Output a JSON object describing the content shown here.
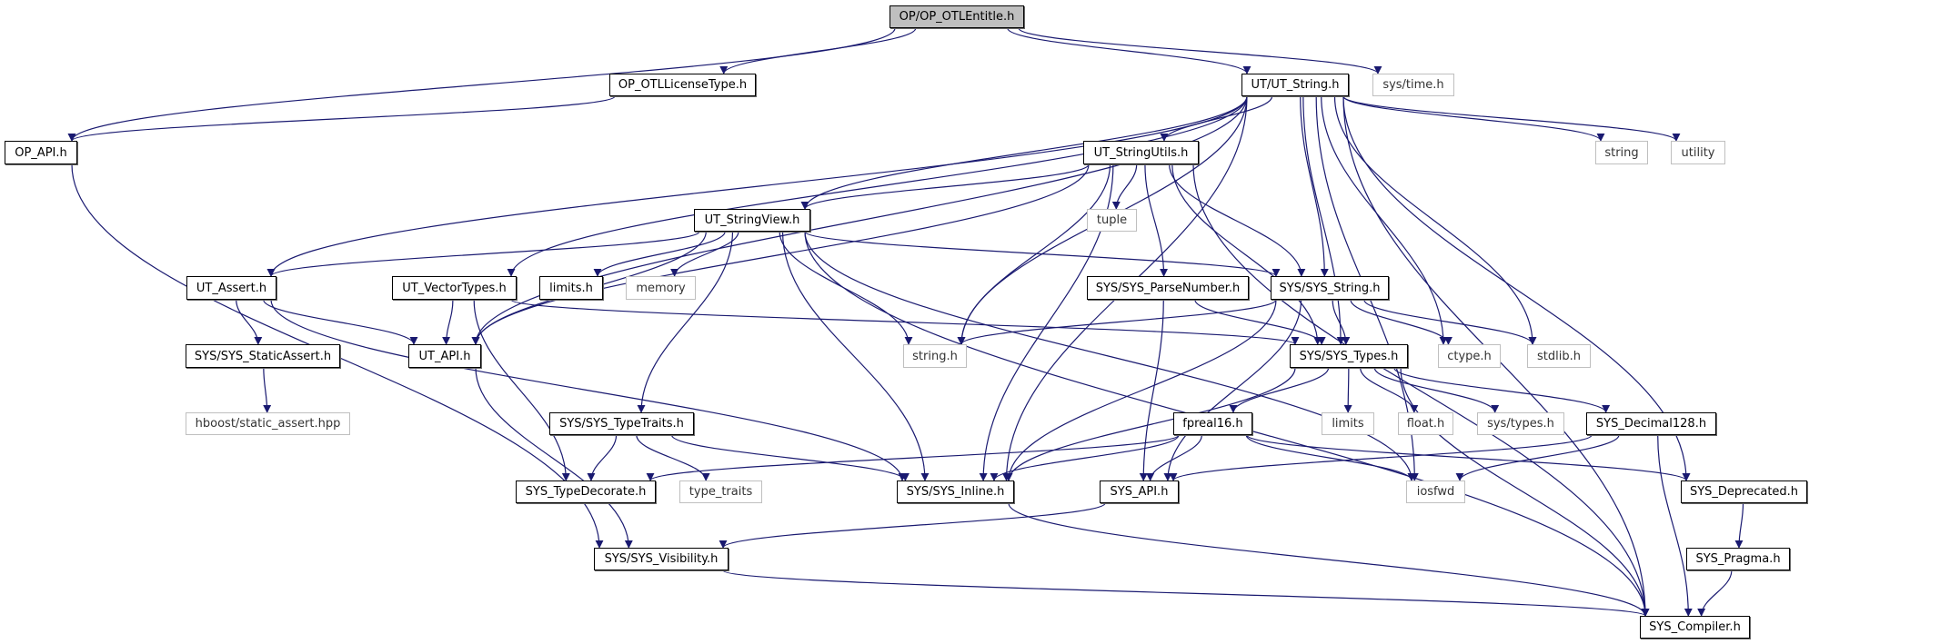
{
  "colors": {
    "edge": "#191970",
    "root_fill": "#bfbfbf",
    "external_border": "#bfbfbf",
    "node_border": "#000000"
  },
  "nodes": [
    {
      "id": "entitle",
      "label": "OP/OP_OTLEntitle.h",
      "root": true
    },
    {
      "id": "licensetype",
      "label": "OP_OTLLicenseType.h"
    },
    {
      "id": "utstring",
      "label": "UT/UT_String.h"
    },
    {
      "id": "systime",
      "label": "sys/time.h",
      "external": true
    },
    {
      "id": "opapi",
      "label": "OP_API.h"
    },
    {
      "id": "stringutils",
      "label": "UT_StringUtils.h"
    },
    {
      "id": "string",
      "label": "string",
      "external": true
    },
    {
      "id": "utility",
      "label": "utility",
      "external": true
    },
    {
      "id": "tuple",
      "label": "tuple",
      "external": true
    },
    {
      "id": "stringview",
      "label": "UT_StringView.h"
    },
    {
      "id": "utassert",
      "label": "UT_Assert.h"
    },
    {
      "id": "vectortypes",
      "label": "UT_VectorTypes.h"
    },
    {
      "id": "limitsh",
      "label": "limits.h"
    },
    {
      "id": "memory",
      "label": "memory",
      "external": true
    },
    {
      "id": "parsenumber",
      "label": "SYS/SYS_ParseNumber.h"
    },
    {
      "id": "sysstring",
      "label": "SYS/SYS_String.h"
    },
    {
      "id": "staticassert",
      "label": "SYS/SYS_StaticAssert.h"
    },
    {
      "id": "utapi",
      "label": "UT_API.h"
    },
    {
      "id": "stringh",
      "label": "string.h",
      "external": true
    },
    {
      "id": "systypes",
      "label": "SYS/SYS_Types.h"
    },
    {
      "id": "ctype",
      "label": "ctype.h",
      "external": true
    },
    {
      "id": "stdlib",
      "label": "stdlib.h",
      "external": true
    },
    {
      "id": "hboost",
      "label": "hboost/static_assert.hpp",
      "external": true
    },
    {
      "id": "typetraits",
      "label": "SYS/SYS_TypeTraits.h"
    },
    {
      "id": "fpreal16",
      "label": "fpreal16.h"
    },
    {
      "id": "limits",
      "label": "limits",
      "external": true
    },
    {
      "id": "floath",
      "label": "float.h",
      "external": true
    },
    {
      "id": "systypesh",
      "label": "sys/types.h",
      "external": true
    },
    {
      "id": "decimal128",
      "label": "SYS_Decimal128.h"
    },
    {
      "id": "typedecorate",
      "label": "SYS_TypeDecorate.h"
    },
    {
      "id": "type_traits",
      "label": "type_traits",
      "external": true
    },
    {
      "id": "inline",
      "label": "SYS/SYS_Inline.h"
    },
    {
      "id": "sysapi",
      "label": "SYS_API.h"
    },
    {
      "id": "iosfwd",
      "label": "iosfwd",
      "external": true
    },
    {
      "id": "deprecated",
      "label": "SYS_Deprecated.h"
    },
    {
      "id": "visibility",
      "label": "SYS/SYS_Visibility.h"
    },
    {
      "id": "pragma",
      "label": "SYS_Pragma.h"
    },
    {
      "id": "compiler",
      "label": "SYS_Compiler.h"
    }
  ],
  "edges": [
    [
      "entitle",
      "licensetype"
    ],
    [
      "entitle",
      "opapi"
    ],
    [
      "entitle",
      "utstring"
    ],
    [
      "entitle",
      "systime"
    ],
    [
      "licensetype",
      "opapi"
    ],
    [
      "opapi",
      "visibility"
    ],
    [
      "utstring",
      "stringutils"
    ],
    [
      "utstring",
      "stringview"
    ],
    [
      "utstring",
      "utassert"
    ],
    [
      "utstring",
      "vectortypes"
    ],
    [
      "utstring",
      "utapi"
    ],
    [
      "utstring",
      "stringh"
    ],
    [
      "utstring",
      "inline"
    ],
    [
      "utstring",
      "sysstring"
    ],
    [
      "utstring",
      "systypes"
    ],
    [
      "utstring",
      "ctype"
    ],
    [
      "utstring",
      "stdlib"
    ],
    [
      "utstring",
      "string"
    ],
    [
      "utstring",
      "utility"
    ],
    [
      "utstring",
      "iosfwd"
    ],
    [
      "utstring",
      "deprecated"
    ],
    [
      "utstring",
      "compiler"
    ],
    [
      "stringutils",
      "stringview"
    ],
    [
      "stringutils",
      "utapi"
    ],
    [
      "stringutils",
      "stringh"
    ],
    [
      "stringutils",
      "tuple"
    ],
    [
      "stringutils",
      "parsenumber"
    ],
    [
      "stringutils",
      "inline"
    ],
    [
      "stringutils",
      "sysstring"
    ],
    [
      "stringutils",
      "systypes"
    ],
    [
      "stringutils",
      "compiler"
    ],
    [
      "stringview",
      "utassert"
    ],
    [
      "stringview",
      "utapi"
    ],
    [
      "stringview",
      "limitsh"
    ],
    [
      "stringview",
      "memory"
    ],
    [
      "stringview",
      "stringh"
    ],
    [
      "stringview",
      "sysstring"
    ],
    [
      "stringview",
      "typetraits"
    ],
    [
      "stringview",
      "inline"
    ],
    [
      "stringview",
      "iosfwd"
    ],
    [
      "stringview",
      "compiler"
    ],
    [
      "utassert",
      "staticassert"
    ],
    [
      "utassert",
      "utapi"
    ],
    [
      "utassert",
      "inline"
    ],
    [
      "vectortypes",
      "utapi"
    ],
    [
      "vectortypes",
      "typedecorate"
    ],
    [
      "vectortypes",
      "systypes"
    ],
    [
      "staticassert",
      "hboost"
    ],
    [
      "utapi",
      "visibility"
    ],
    [
      "parsenumber",
      "systypes"
    ],
    [
      "parsenumber",
      "sysapi"
    ],
    [
      "sysstring",
      "stringh"
    ],
    [
      "sysstring",
      "systypes"
    ],
    [
      "sysstring",
      "ctype"
    ],
    [
      "sysstring",
      "stdlib"
    ],
    [
      "sysstring",
      "inline"
    ],
    [
      "sysstring",
      "sysapi"
    ],
    [
      "systypes",
      "fpreal16"
    ],
    [
      "systypes",
      "limits"
    ],
    [
      "systypes",
      "floath"
    ],
    [
      "systypes",
      "systypesh"
    ],
    [
      "systypes",
      "decimal128"
    ],
    [
      "systypes",
      "inline"
    ],
    [
      "systypes",
      "compiler"
    ],
    [
      "typetraits",
      "typedecorate"
    ],
    [
      "typetraits",
      "type_traits"
    ],
    [
      "typetraits",
      "inline"
    ],
    [
      "fpreal16",
      "typedecorate"
    ],
    [
      "fpreal16",
      "inline"
    ],
    [
      "fpreal16",
      "sysapi"
    ],
    [
      "fpreal16",
      "iosfwd"
    ],
    [
      "fpreal16",
      "deprecated"
    ],
    [
      "decimal128",
      "sysapi"
    ],
    [
      "decimal128",
      "iosfwd"
    ],
    [
      "decimal128",
      "compiler"
    ],
    [
      "inline",
      "compiler"
    ],
    [
      "sysapi",
      "visibility"
    ],
    [
      "deprecated",
      "pragma"
    ],
    [
      "pragma",
      "compiler"
    ],
    [
      "visibility",
      "compiler"
    ]
  ]
}
